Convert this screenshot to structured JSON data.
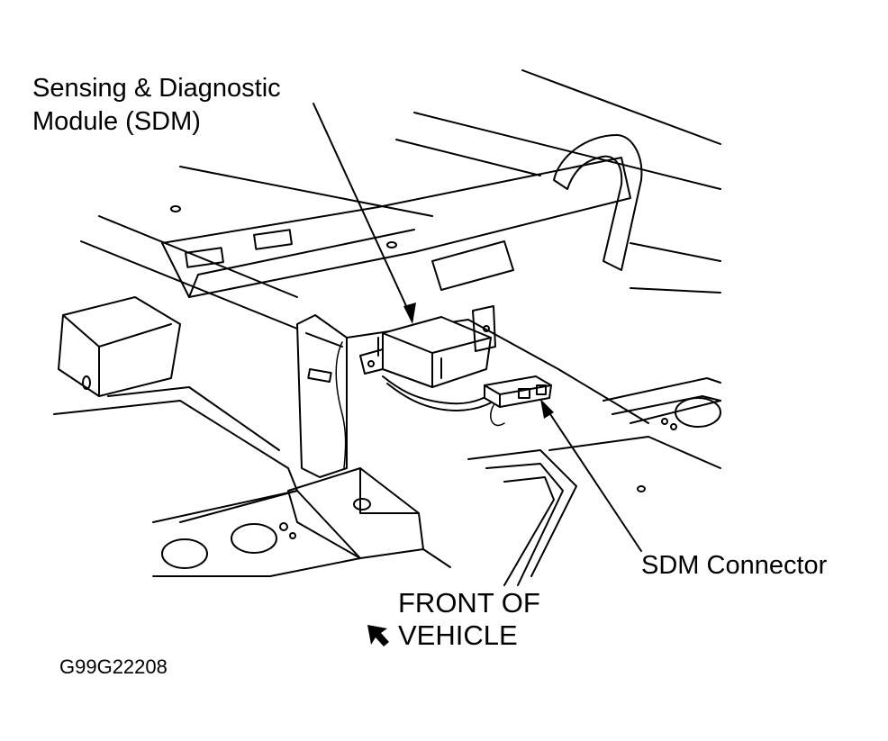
{
  "labels": {
    "sdm_line1": "Sensing & Diagnostic",
    "sdm_line2": "Module (SDM)",
    "connector": "SDM Connector",
    "front_line1": "FRONT OF",
    "front_line2": "VEHICLE",
    "figure_id": "G99G22208"
  },
  "colors": {
    "ink": "#000000",
    "background": "#ffffff"
  },
  "icons": {
    "front_direction": "arrow-up-left-icon"
  }
}
